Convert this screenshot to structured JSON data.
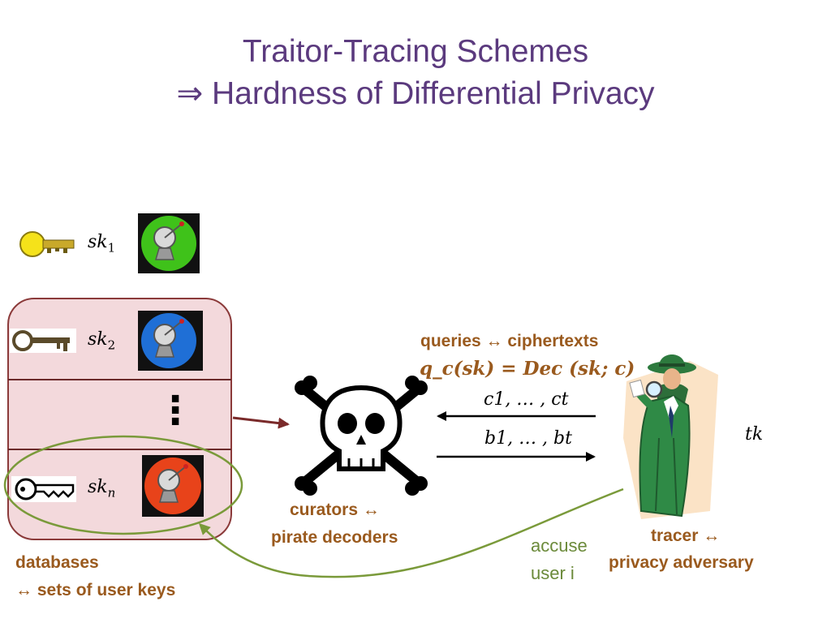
{
  "title": {
    "line1": "Traitor-Tracing Schemes",
    "line2": "⇒ Hardness of Differential Privacy"
  },
  "keys": [
    {
      "label": "sk",
      "subscript": "1"
    },
    {
      "label": "sk",
      "subscript": "2"
    },
    {
      "label": "sk",
      "subscript": "n"
    }
  ],
  "labels": {
    "queries_line1": "queries ↔ ciphertexts",
    "queries_line2": "q_c(sk) = Dec (sk; c)",
    "cipher_seq": "c1, … , ct",
    "bit_seq": "b1, … , bt",
    "curators_line1": "curators ↔",
    "curators_line2": "pirate decoders",
    "tracer_line1": "tracer ↔",
    "tracer_line2": "privacy adversary",
    "databases_line1": "databases",
    "databases_line2": "↔ sets of user keys",
    "accuse_line1": "accuse",
    "accuse_line2": "user i",
    "tk": "tk",
    "vertical_dots": "⋮"
  },
  "colors": {
    "title": "#5b3a7e",
    "label_brown": "#9a5a1e",
    "accuse_green": "#6b8a3a",
    "database_fill": "#f3d9dc",
    "database_border": "#8b3a3a",
    "ellipse_green": "#7a9a3a",
    "arrow_dark_red": "#7a2a2a",
    "dish_green": "#3fc21a",
    "dish_blue": "#1f6fd6",
    "dish_red": "#e8431a"
  }
}
